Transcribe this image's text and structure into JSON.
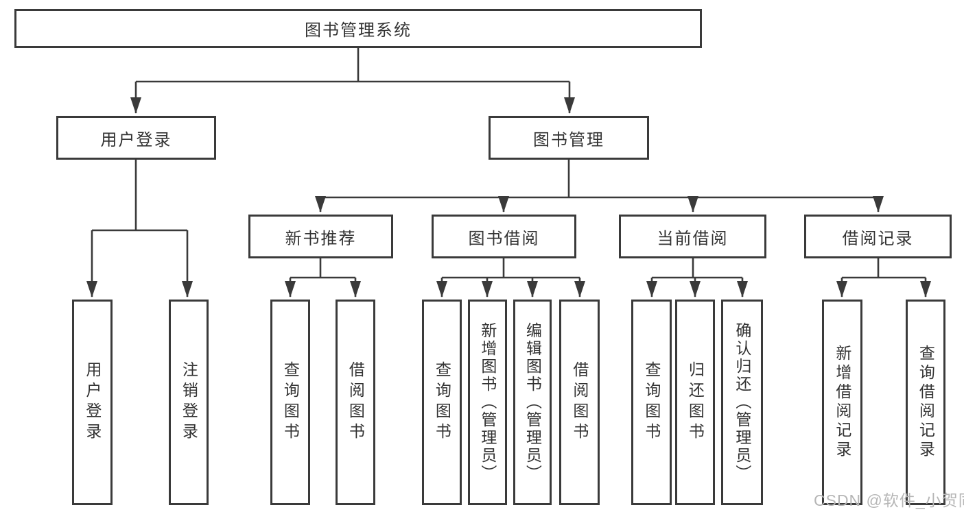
{
  "diagram": {
    "type": "tree-diagram",
    "nodes": {
      "root": "图书管理系统",
      "user_login": "用户登录",
      "book_mgmt": "图书管理",
      "new_book_rec": "新书推荐",
      "book_borrow": "图书借阅",
      "current_borrow": "当前借阅",
      "borrow_records": "借阅记录",
      "leaf_user_login": "用户登录",
      "leaf_logout": "注销登录",
      "leaf_nb_query": "查询图书",
      "leaf_nb_borrow": "借阅图书",
      "leaf_bb_query": "查询图书",
      "leaf_bb_add": "新增图书（管理员）",
      "leaf_bb_edit": "编辑图书（管理员）",
      "leaf_bb_borrow": "借阅图书",
      "leaf_cb_query": "查询图书",
      "leaf_cb_return": "归还图书",
      "leaf_cb_confirm": "确认归还（管理员）",
      "leaf_br_add": "新增借阅记录",
      "leaf_br_query": "查询借阅记录"
    },
    "hierarchy": {
      "图书管理系统": {
        "用户登录": [
          "用户登录",
          "注销登录"
        ],
        "图书管理": {
          "新书推荐": [
            "查询图书",
            "借阅图书"
          ],
          "图书借阅": [
            "查询图书",
            "新增图书（管理员）",
            "编辑图书（管理员）",
            "借阅图书"
          ],
          "当前借阅": [
            "查询图书",
            "归还图书",
            "确认归还（管理员）"
          ],
          "借阅记录": [
            "新增借阅记录",
            "查询借阅记录"
          ]
        }
      }
    },
    "colors": {
      "line": "#3a3a3a",
      "text": "#333333",
      "box_fill": "#ffffff",
      "watermark": "#b6b6b6",
      "background": "#ffffff"
    }
  },
  "watermark": "CSDN @软件_小贺同学"
}
